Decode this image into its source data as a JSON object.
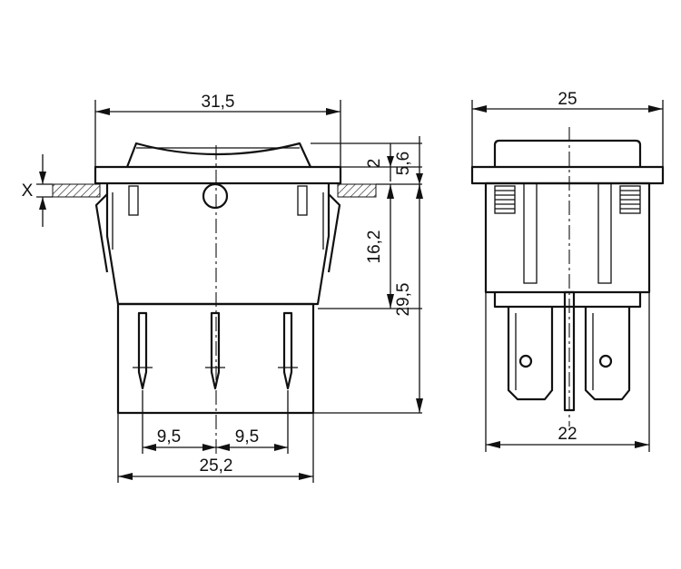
{
  "front_view": {
    "dims": {
      "overall_width": "31,5",
      "step_2": "2",
      "step_5_6": "5,6",
      "depth_16_2": "16,2",
      "height_29_5": "29,5",
      "pitch_left": "9,5",
      "pitch_right": "9,5",
      "base_width": "25,2",
      "panel_x": "X"
    }
  },
  "side_view": {
    "dims": {
      "overall_width": "25",
      "base_width": "22"
    }
  }
}
